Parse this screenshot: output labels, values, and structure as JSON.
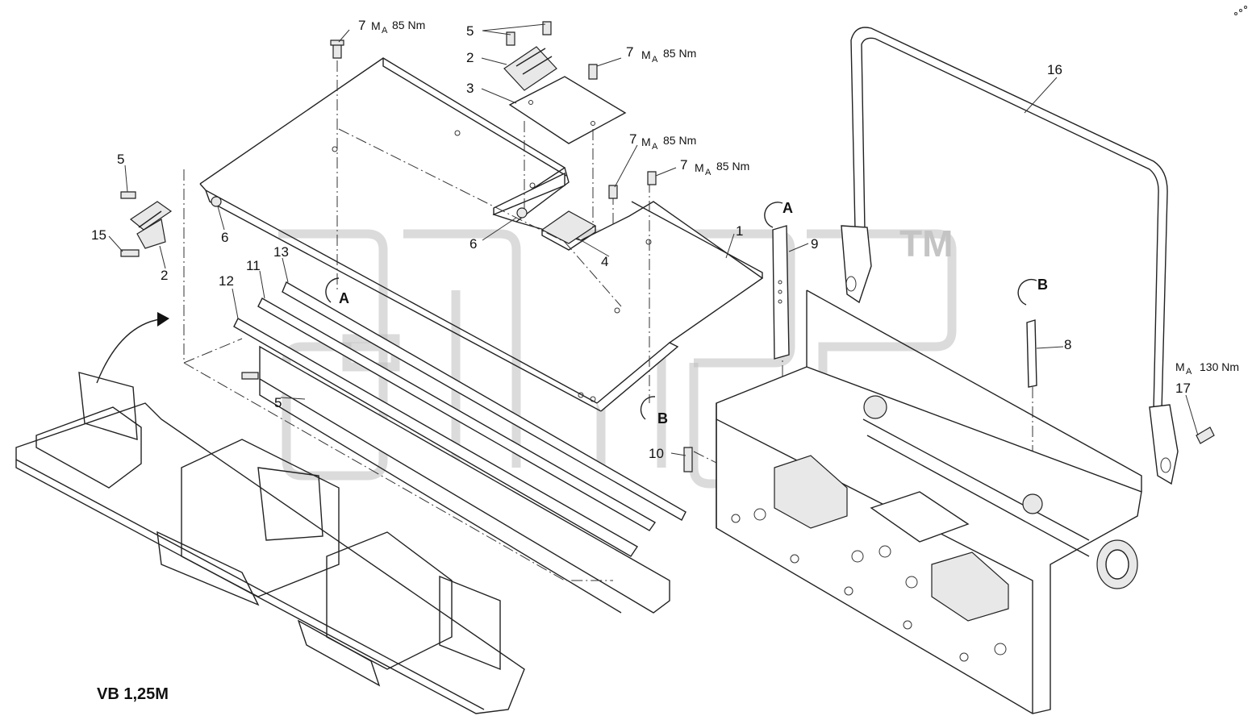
{
  "model_label": "VB 1,25M",
  "watermark": "TM",
  "callouts": {
    "p1": "1",
    "p2a": "2",
    "p2b": "2",
    "p3": "3",
    "p4": "4",
    "p5a": "5",
    "p5b": "5",
    "p5c": "5",
    "p6a": "6",
    "p6b": "6",
    "p8": "8",
    "p9": "9",
    "p10": "10",
    "p11": "11",
    "p12": "12",
    "p13": "13",
    "p15": "15",
    "p16": "16",
    "p17": "17"
  },
  "torque": {
    "t1": {
      "num": "7",
      "m": "M",
      "sub": "A",
      "val": "85 Nm"
    },
    "t2": {
      "num": "7",
      "m": "M",
      "sub": "A",
      "val": "85 Nm"
    },
    "t3": {
      "num": "7",
      "m": "M",
      "sub": "A",
      "val": "85 Nm"
    },
    "t4": {
      "num": "7",
      "m": "M",
      "sub": "A",
      "val": "85 Nm"
    },
    "t5": {
      "m": "M",
      "sub": "A",
      "val": "130 Nm"
    }
  },
  "detail_markers": {
    "a1": "A",
    "a2": "A",
    "b1": "B",
    "b2": "B"
  }
}
